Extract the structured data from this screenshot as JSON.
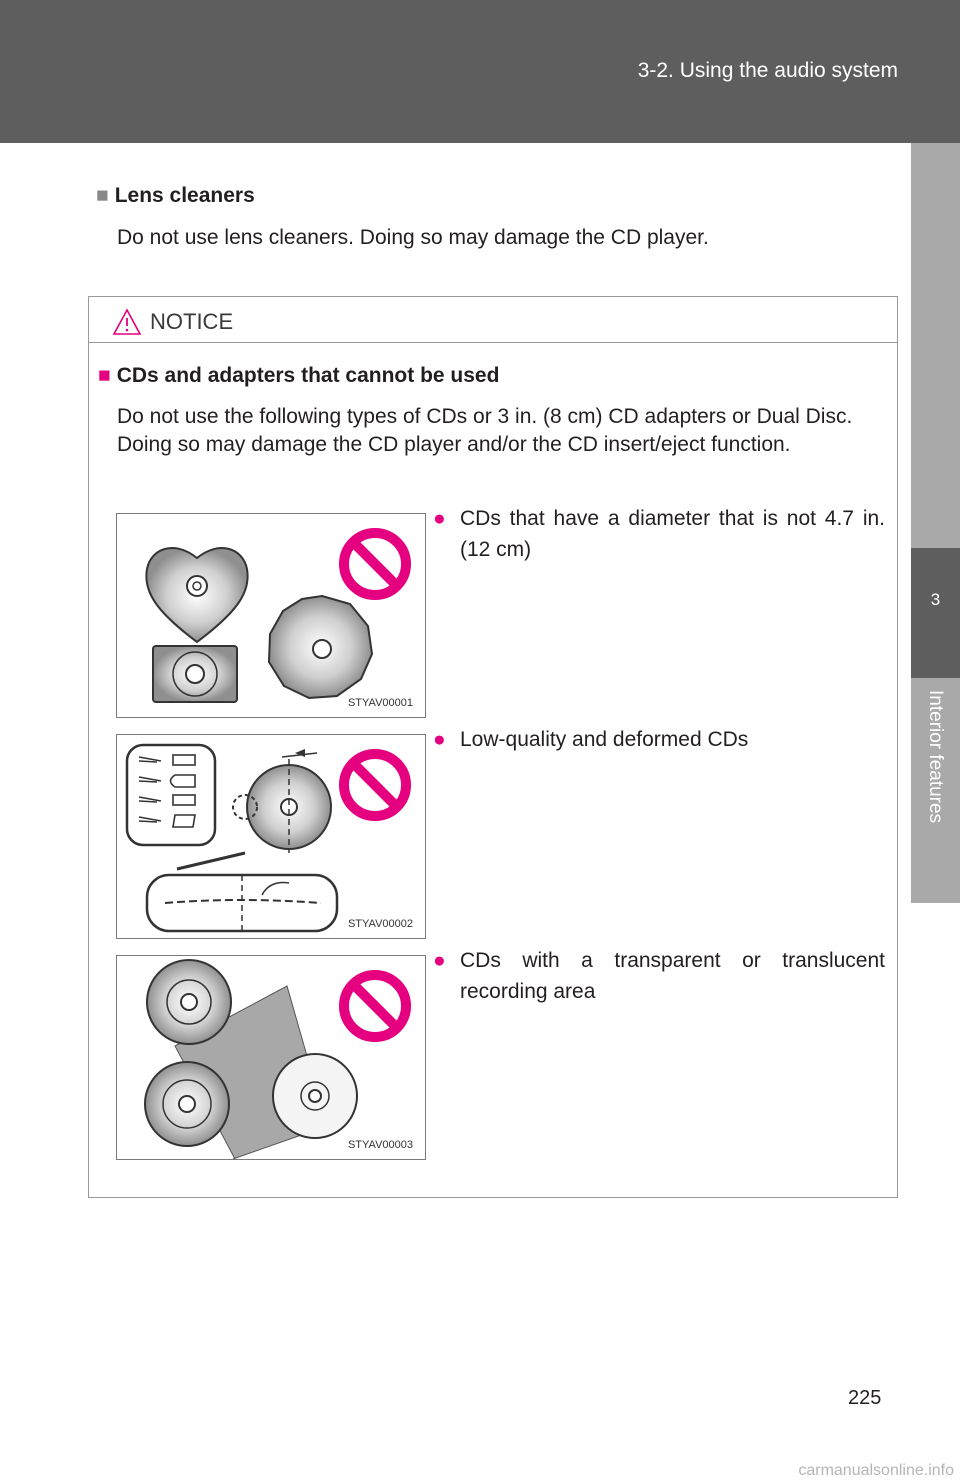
{
  "header": {
    "title": "3-2. Using the audio system"
  },
  "side_tab": {
    "number": "3",
    "label": "Interior features"
  },
  "section": {
    "heading": "Lens cleaners",
    "text": "Do not use lens cleaners. Doing so may damage the CD player."
  },
  "notice": {
    "title": "NOTICE",
    "subheading": "CDs and adapters that cannot be used",
    "paragraph_line1": "Do not use the following types of CDs or 3 in. (8 cm) CD adapters or Dual Disc.",
    "paragraph_line2": "Doing so may damage the CD player and/or the CD insert/eject function.",
    "items": [
      {
        "text": "CDs that have a diameter that is not 4.7 in. (12 cm)",
        "figure_code": "STYAV00001"
      },
      {
        "text": "Low-quality and deformed CDs",
        "figure_code": "STYAV00002"
      },
      {
        "text": "CDs with a transparent or translucent recording area",
        "figure_code": "STYAV00003"
      }
    ]
  },
  "footer": {
    "page_number": "225",
    "watermark": "carmanualsonline.info"
  },
  "colors": {
    "accent": "#e4007f",
    "header": "#5e5e5e",
    "tab": "#a9a9a9"
  }
}
